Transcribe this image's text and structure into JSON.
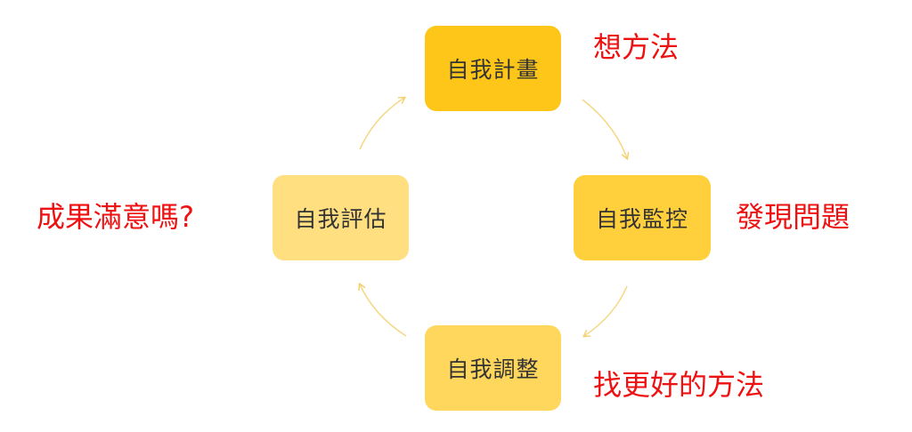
{
  "colors": {
    "plan": "#ffc61a",
    "monitor": "#ffcf3c",
    "adjust": "#ffd75c",
    "evaluate": "#ffdf80",
    "arrow": "#f5d98a",
    "annotation": "#ee1111"
  },
  "nodes": {
    "plan": "自我計畫",
    "monitor": "自我監控",
    "adjust": "自我調整",
    "evaluate": "自我評估"
  },
  "annotations": {
    "plan": "想方法",
    "monitor": "發現問題",
    "adjust": "找更好的方法",
    "evaluate": "成果滿意嗎?"
  }
}
